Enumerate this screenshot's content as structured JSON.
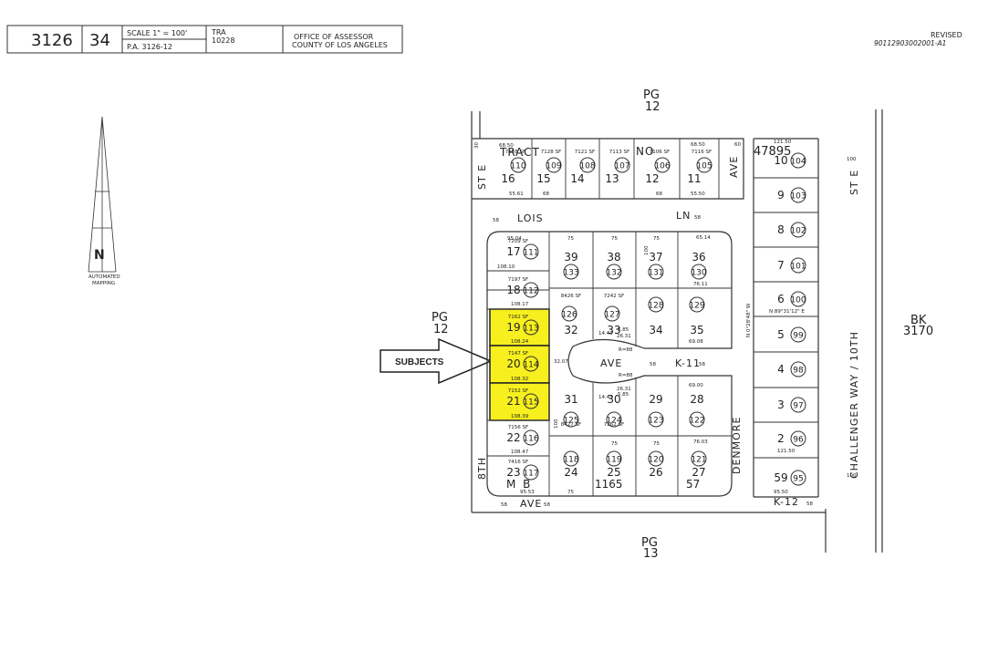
{
  "header": {
    "book": "3126",
    "page": "34",
    "scale_label": "SCALE 1\" = 100'",
    "pa_label": "P.A. 3126-12",
    "tra_label": "TRA",
    "tra_value": "10228",
    "office_line1": "OFFICE OF ASSESSOR",
    "office_line2": "COUNTY OF LOS ANGELES",
    "revised_label": "REVISED",
    "revised_code": "90112903002001-A1"
  },
  "north_arrow": {
    "letter": "N",
    "caption_line1": "AUTOMATED",
    "caption_line2": "MAPPING"
  },
  "page_refs": {
    "top": {
      "pg": "PG",
      "num": "12"
    },
    "left": {
      "pg": "PG",
      "num": "12"
    },
    "bottom": {
      "pg": "PG",
      "num": "13"
    },
    "right_bk": {
      "bk": "BK",
      "num": "3170"
    }
  },
  "callout": {
    "label": "SUBJECTS"
  },
  "colors": {
    "highlight": "#f7ef1e",
    "ink": "#222222"
  },
  "streets": {
    "lois": "LOIS",
    "ln": "LN",
    "ave_top": "AVE",
    "st_e_left": "ST E",
    "st_e_right": "ST E",
    "eighth": "8TH",
    "ave_bottom": "AVE",
    "cul_ave": "AVE",
    "k11": "K-11",
    "denmore": "DENMORE",
    "challenger": "CHALLENGER WAY / 10TH",
    "k12": "K-12"
  },
  "tract": {
    "tract_label": "TRACT",
    "no_label": "NO",
    "tract_number": "47895",
    "mb_label": "M B",
    "mb_number": "1165"
  },
  "top_lots": [
    {
      "lot": "16",
      "parcel": "110",
      "sf": "7158 SF"
    },
    {
      "lot": "15",
      "parcel": "109",
      "sf": "7128 SF"
    },
    {
      "lot": "14",
      "parcel": "108",
      "sf": "7121 SF"
    },
    {
      "lot": "13",
      "parcel": "107",
      "sf": "7113 SF"
    },
    {
      "lot": "12",
      "parcel": "106",
      "sf": "7106 SF"
    },
    {
      "lot": "11",
      "parcel": "105",
      "sf": "7116 SF"
    }
  ],
  "left_lots": [
    {
      "lot": "17",
      "parcel": "111",
      "sf": "7209 SF"
    },
    {
      "lot": "18",
      "parcel": "112",
      "sf": "7197 SF"
    },
    {
      "lot": "19",
      "parcel": "113",
      "sf": "7162 SF",
      "highlight": true
    },
    {
      "lot": "20",
      "parcel": "114",
      "sf": "7147 SF",
      "highlight": true
    },
    {
      "lot": "21",
      "parcel": "115",
      "sf": "7152 SF",
      "highlight": true
    },
    {
      "lot": "22",
      "parcel": "116",
      "sf": "7156 SF"
    },
    {
      "lot": "23",
      "parcel": "117",
      "sf": "7416 SF"
    }
  ],
  "upper_inner": [
    {
      "lot": "39",
      "parcel": "133"
    },
    {
      "lot": "38",
      "parcel": "132"
    },
    {
      "lot": "37",
      "parcel": "131"
    },
    {
      "lot": "36",
      "parcel": "130"
    }
  ],
  "upper_mid": [
    {
      "lot": "32",
      "parcel": "126",
      "sf": "8426 SF"
    },
    {
      "lot": "33",
      "parcel": "127",
      "sf": "7242 SF"
    },
    {
      "lot": "34",
      "parcel": "128"
    },
    {
      "lot": "35",
      "parcel": "129"
    }
  ],
  "lower_mid": [
    {
      "lot": "31",
      "parcel": "125",
      "sf": "8427 SF"
    },
    {
      "lot": "30",
      "parcel": "124",
      "sf": "7262 SF"
    },
    {
      "lot": "29",
      "parcel": "123"
    },
    {
      "lot": "28",
      "parcel": "122"
    }
  ],
  "bottom_inner": [
    {
      "lot": "24",
      "parcel": "118"
    },
    {
      "lot": "25",
      "parcel": "119"
    },
    {
      "lot": "26",
      "parcel": "120"
    },
    {
      "lot": "27",
      "parcel": "121"
    }
  ],
  "right_lots": [
    {
      "lot": "10",
      "parcel": "104"
    },
    {
      "lot": "9",
      "parcel": "103"
    },
    {
      "lot": "8",
      "parcel": "102"
    },
    {
      "lot": "7",
      "parcel": "101"
    },
    {
      "lot": "6",
      "parcel": "100"
    },
    {
      "lot": "5",
      "parcel": "99"
    },
    {
      "lot": "4",
      "parcel": "98"
    },
    {
      "lot": "3",
      "parcel": "97"
    },
    {
      "lot": "2",
      "parcel": "96"
    },
    {
      "lot": "59",
      "parcel": "95",
      "sub": "1"
    }
  ],
  "lot_57": "57",
  "dims": {
    "d68_50": "68.50",
    "d68": "68",
    "d55_61": "55.61",
    "d55_50": "55.50",
    "d95_04": "95.04",
    "d108_10": "108.10",
    "d108_17": "108.17",
    "d108_24": "108.24",
    "d108_32": "108.32",
    "d108_39": "108.39",
    "d108_47": "108.47",
    "d95_53": "95.53",
    "d75": "75",
    "d65_14": "65.14",
    "d76_11": "76.11",
    "d76_03": "76.03",
    "d69_08": "69.08",
    "d69_00": "69.00",
    "d121_50": "121.50",
    "d95_50": "95.50",
    "d32_07": "32.07",
    "d26_31": "26.31",
    "d5_85": "5.85",
    "d14_43": "14.43",
    "d58": "58",
    "d100": "100",
    "d60": "60",
    "d30": "30",
    "bearing1": "N 89°31'12\" E",
    "bearing2": "N 0°28'48\" W",
    "r88": "R=88"
  }
}
